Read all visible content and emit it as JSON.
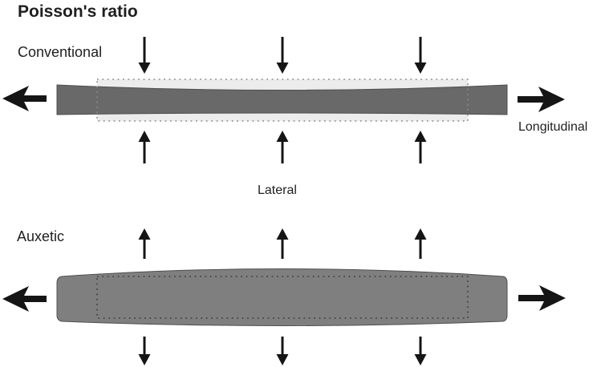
{
  "title": "Poisson's ratio",
  "sections": {
    "conventional": {
      "label": "Conventional"
    },
    "auxetic": {
      "label": "Auxetic"
    }
  },
  "axis_labels": {
    "longitudinal": "Longitudinal",
    "lateral": "Lateral"
  },
  "icons": {
    "longitudinal-arrow-left-icon": "←",
    "longitudinal-arrow-right-icon": "→",
    "lateral-arrow-down-icon": "↓",
    "lateral-arrow-up-icon": "↑"
  },
  "colors": {
    "background": "#ffffff",
    "text": "#1f1f1f",
    "conventional_bar": "#696969",
    "auxetic_bar": "#7f7f7f",
    "original_shape_fill": "#ececec",
    "dotted_outline_light": "#8a8a8a",
    "dotted_outline_dark": "#3d3d3d",
    "bar_edge": "#4f4f4f",
    "arrow": "#151515"
  }
}
